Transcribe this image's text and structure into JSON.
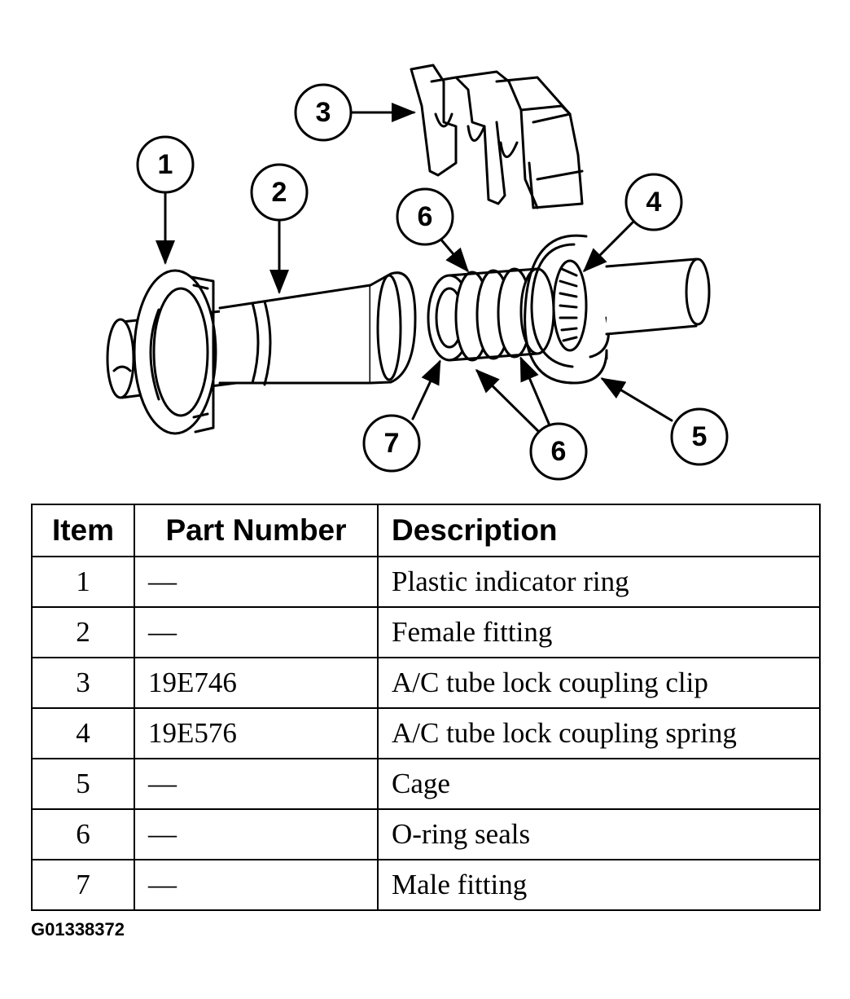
{
  "callouts": [
    "1",
    "2",
    "3",
    "4",
    "5",
    "6",
    "6",
    "7"
  ],
  "table": {
    "headers": {
      "item": "Item",
      "part_number": "Part Number",
      "description": "Description"
    },
    "rows": [
      {
        "item": "1",
        "part_number": "—",
        "description": "Plastic indicator ring"
      },
      {
        "item": "2",
        "part_number": "—",
        "description": "Female fitting"
      },
      {
        "item": "3",
        "part_number": "19E746",
        "description": "A/C tube lock coupling clip"
      },
      {
        "item": "4",
        "part_number": "19E576",
        "description": "A/C tube lock coupling spring"
      },
      {
        "item": "5",
        "part_number": "—",
        "description": "Cage"
      },
      {
        "item": "6",
        "part_number": "—",
        "description": "O-ring seals"
      },
      {
        "item": "7",
        "part_number": "—",
        "description": "Male fitting"
      }
    ]
  },
  "figure_id": "G01338372"
}
